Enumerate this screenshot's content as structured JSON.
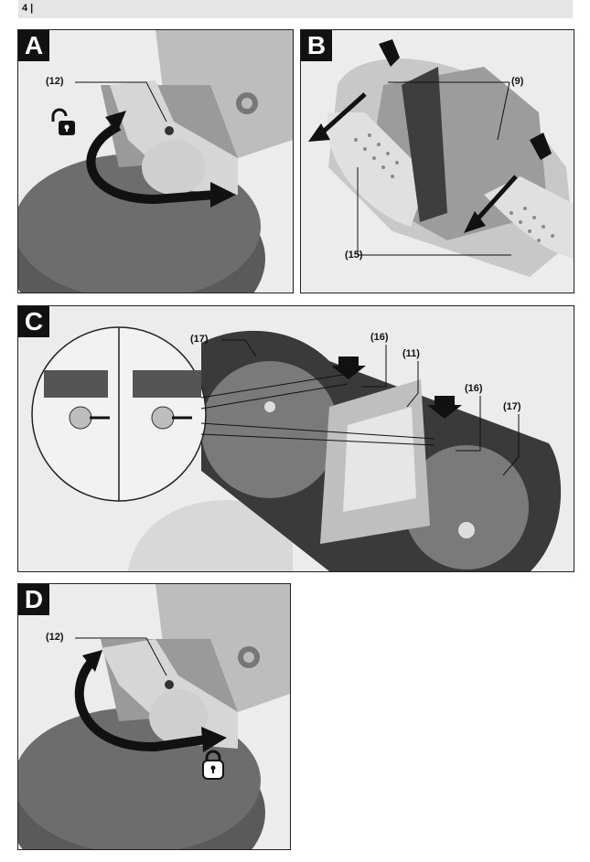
{
  "page": {
    "number": "4 |"
  },
  "panels": {
    "a": {
      "letter": "A",
      "callouts": {
        "c12": "(12)"
      },
      "icon": "unlock-icon"
    },
    "b": {
      "letter": "B",
      "callouts": {
        "c9": "(9)",
        "c15": "(15)"
      }
    },
    "c": {
      "letter": "C",
      "callouts": {
        "c17a": "(17)",
        "c16a": "(16)",
        "c11": "(11)",
        "c16b": "(16)",
        "c17b": "(17)"
      }
    },
    "d": {
      "letter": "D",
      "callouts": {
        "c12": "(12)"
      },
      "icon": "lock-icon"
    }
  },
  "colors": {
    "panel_bg": "#ececec",
    "tool_dark": "#4a4a4a",
    "tool_mid": "#8c8c8c",
    "tool_light": "#d2d2d2",
    "arrow": "#111111"
  }
}
